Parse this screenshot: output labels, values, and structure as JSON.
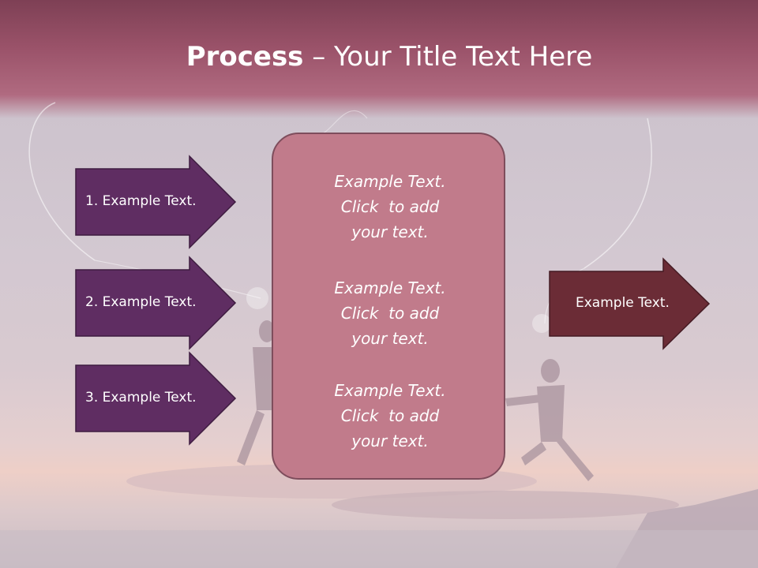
{
  "slide": {
    "title_bold": "Process",
    "title_rest": " – Your Title Text Here",
    "left_arrows": [
      {
        "label": "1. Example Text."
      },
      {
        "label": "2. Example Text."
      },
      {
        "label": "3. Example Text."
      }
    ],
    "center_box": {
      "paragraphs": [
        {
          "line1": "Example Text.",
          "line2": "Click  to add",
          "line3": "your text."
        },
        {
          "line1": "Example Text.",
          "line2": "Click  to add",
          "line3": "your text."
        },
        {
          "line1": "Example Text.",
          "line2": "Click  to add",
          "line3": "your text."
        }
      ]
    },
    "right_arrow": {
      "label": "Example Text."
    }
  },
  "colors": {
    "title_band": "#9a5269",
    "left_arrow_fill": "#5f2d62",
    "center_box_fill": "#c17b8b",
    "right_arrow_fill": "#6b2c36",
    "text": "#ffffff"
  }
}
